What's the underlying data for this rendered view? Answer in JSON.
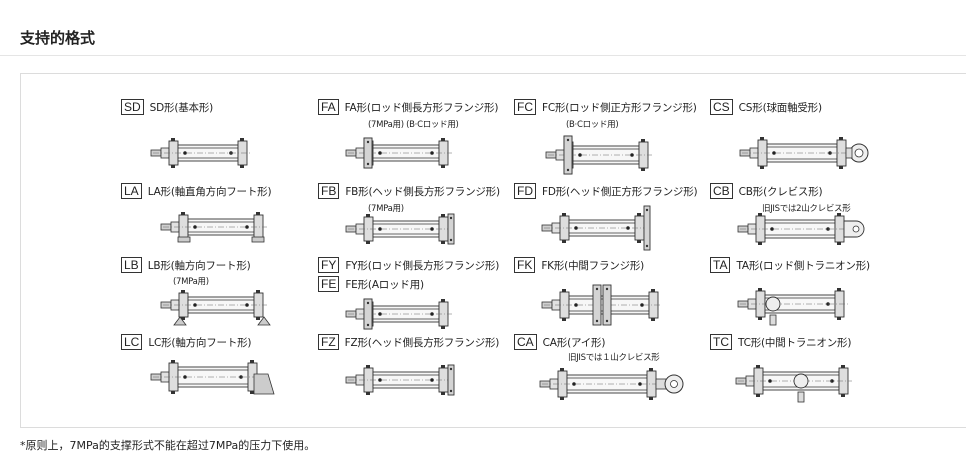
{
  "page": {
    "title": "支持的格式",
    "footnote": "*原则上，7MPa的支撑形式不能在超过7MPa的压力下使用。"
  },
  "mounts": [
    {
      "id": "sd",
      "code": "SD",
      "name": "SD形(基本形)",
      "note": "",
      "kind": "basic"
    },
    {
      "id": "fa",
      "code": "FA",
      "name": "FA形(ロッド側長方形フランジ形)",
      "note": "(7MPa用) (B·Cロッド用)",
      "kind": "flange-rod"
    },
    {
      "id": "fc",
      "code": "FC",
      "name": "FC形(ロッド側正方形フランジ形)",
      "note": "(B·Cロッド用)",
      "kind": "flange-rod-big"
    },
    {
      "id": "cs",
      "code": "CS",
      "name": "CS形(球面軸受形)",
      "note": "",
      "kind": "sphere"
    },
    {
      "id": "la",
      "code": "LA",
      "name": "LA形(軸直角方向フート形)",
      "note": "",
      "kind": "foot-ra"
    },
    {
      "id": "fb",
      "code": "FB",
      "name": "FB形(ヘッド側長方形フランジ形)",
      "note": "(7MPa用)",
      "kind": "flange-head"
    },
    {
      "id": "fd",
      "code": "FD",
      "name": "FD形(ヘッド側正方形フランジ形)",
      "note": "",
      "kind": "flange-head-big"
    },
    {
      "id": "cb",
      "code": "CB",
      "name": "CB形(クレビス形)",
      "note": "旧JISでは2山クレビス形",
      "kind": "clevis2"
    },
    {
      "id": "lb",
      "code": "LB",
      "name": "LB形(軸方向フート形)",
      "note": "(7MPa用)",
      "kind": "foot-ax"
    },
    {
      "id": "fy",
      "code": "FY",
      "name": "FY形(ロッド側長方形フランジ形)",
      "note": "",
      "kind": "none"
    },
    {
      "id": "fe",
      "code": "FE",
      "name": "FE形(Aロッド用)",
      "note": "",
      "kind": "flange-rod"
    },
    {
      "id": "fk",
      "code": "FK",
      "name": "FK形(中間フランジ形)",
      "note": "",
      "kind": "flange-mid"
    },
    {
      "id": "ta",
      "code": "TA",
      "name": "TA形(ロッド側トラニオン形)",
      "note": "",
      "kind": "trunnion-rod"
    },
    {
      "id": "lc",
      "code": "LC",
      "name": "LC形(軸方向フート形)",
      "note": "",
      "kind": "foot-lc"
    },
    {
      "id": "fz",
      "code": "FZ",
      "name": "FZ形(ヘッド側長方形フランジ形)",
      "note": "",
      "kind": "flange-head"
    },
    {
      "id": "ca",
      "code": "CA",
      "name": "CA形(アイ形)",
      "note": "旧JISでは１山クレビス形",
      "kind": "eye"
    },
    {
      "id": "tc",
      "code": "TC",
      "name": "TC形(中間トラニオン形)",
      "note": "",
      "kind": "trunnion-mid"
    }
  ]
}
